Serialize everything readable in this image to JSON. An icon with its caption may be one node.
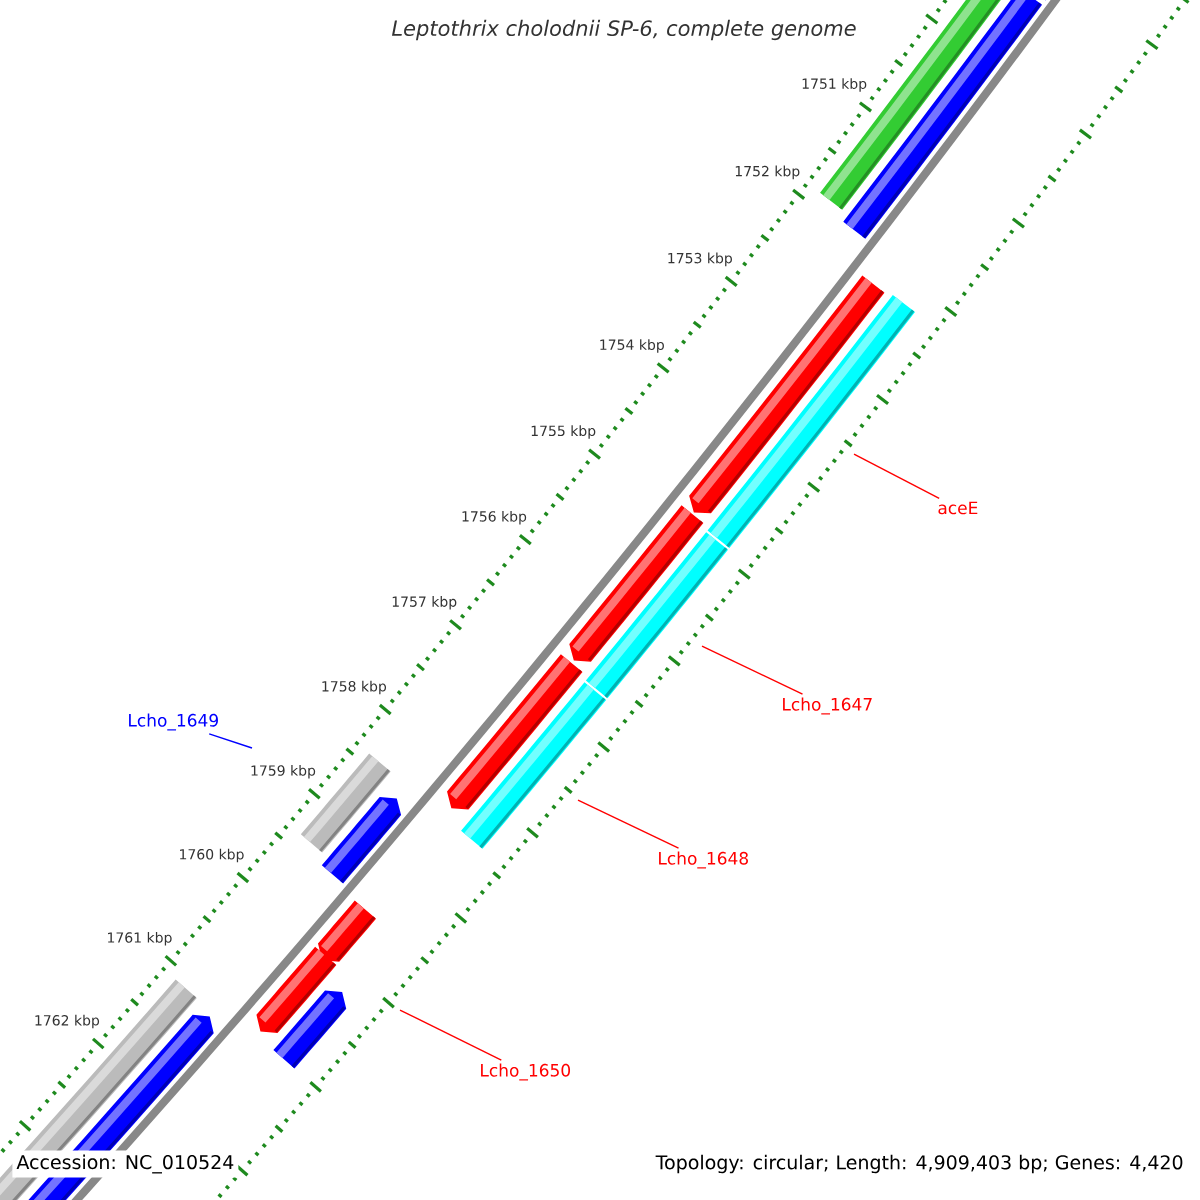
{
  "diagram": {
    "title": "Leptothrix cholodnii SP-6, complete genome",
    "nodes": [
      {
        "text": [
          "aceE"
        ]
      },
      {
        "text": [
          "Lcho_1647"
        ]
      },
      {
        "text": [
          "Lcho_1649"
        ]
      },
      {
        "text": [
          "Lcho_1648"
        ]
      },
      {
        "text": [
          "Lcho_1650"
        ]
      }
    ],
    "edges": [
      {
        "from": 0,
        "to": null,
        "arrow": "none"
      },
      {
        "from": 1,
        "to": null,
        "arrow": "none"
      },
      {
        "from": 2,
        "to": null,
        "arrow": "none",
        "color": "#0000ff"
      },
      {
        "from": 3,
        "to": null,
        "arrow": "none"
      },
      {
        "from": 4,
        "to": null,
        "arrow": "none"
      }
    ],
    "labels": [
      "1751 kbp",
      "1752 kbp",
      "1753 kbp",
      "1754 kbp",
      "1755 kbp",
      "1756 kbp",
      "1757 kbp",
      "1758 kbp",
      "1759 kbp",
      "1760 kbp",
      "1761 kbp",
      "1762 kbp",
      "Accession: NC_010524",
      "Topology: circular; Length: 4,909,403 bp; Genes: 4,420"
    ]
  }
}
